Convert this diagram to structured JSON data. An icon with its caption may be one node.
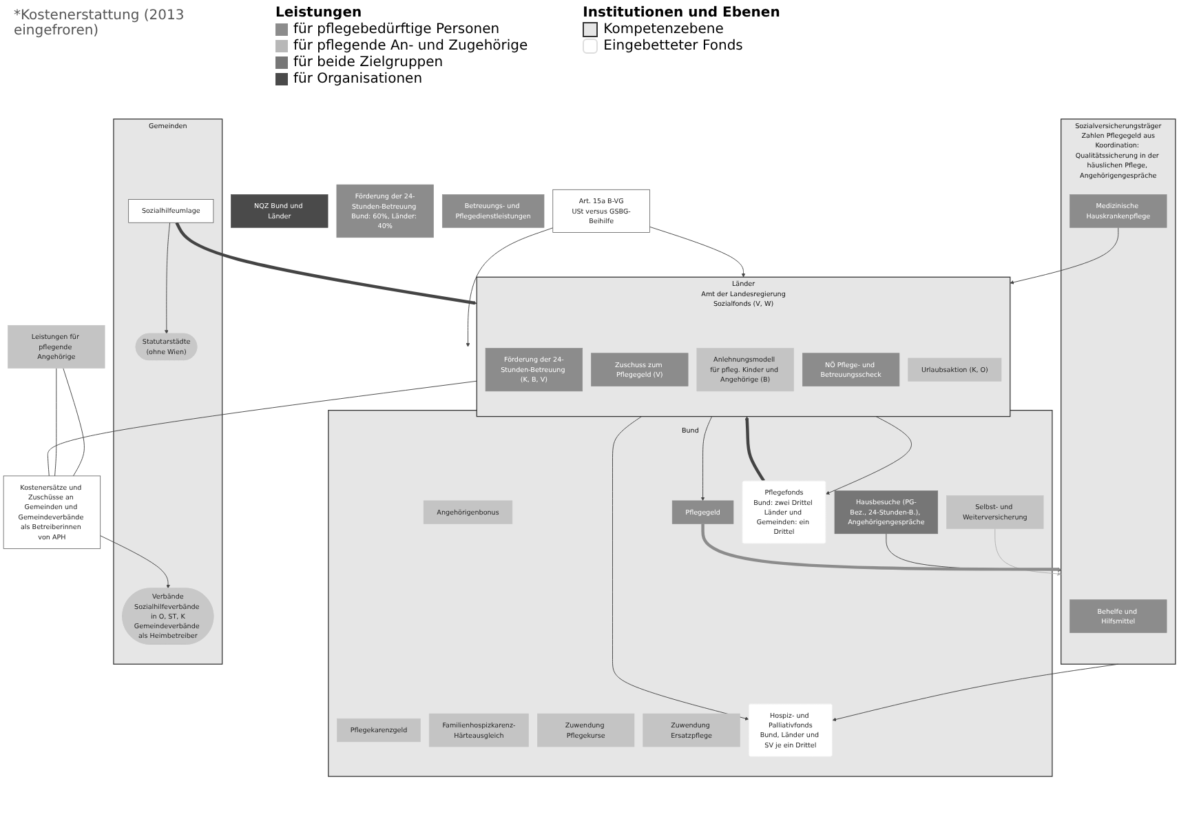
{
  "diagram": {
    "nodes": [
      {
        "text": [
          "Bund"
        ]
      },
      {
        "text": [
          "Angehörigenbonus"
        ],
        "in": 0
      },
      {
        "text": [
          "Pflegekarenzgeld"
        ],
        "in": 0
      },
      {
        "text": [
          "Familienhospizkarenz-Härteausgleich"
        ],
        "in": 0
      },
      {
        "text": [
          "Zuwendung Pflegekurse"
        ],
        "in": 0
      },
      {
        "text": [
          "Zuwendung Ersatzpflege"
        ],
        "in": 0
      },
      {
        "text": [
          "Selbst- und Weiterversicherung"
        ],
        "in": 0
      },
      {
        "text": [
          "Hausbesuche (PG-Bez., 24-Stunden-B.), Angehörigengespräche"
        ],
        "in": 0
      },
      {
        "text": [
          "Pflegefonds",
          "Bund: zwei Drittel Länder und Gemeinden: ein Drittel"
        ],
        "in": 0
      },
      {
        "text": [
          "Hospiz- und Palliativfonds",
          "Bund, Länder und SV je ein Drittel"
        ],
        "in": 0
      },
      {
        "text": [
          "Pflegegeld"
        ],
        "in": 0
      },
      {
        "text": [
          "Sozialversicherungsträger",
          "Zahlen Pflegegeld aus",
          "Koordination: Qualitätssicherung in der häuslichen Pflege, Angehörigengespräche"
        ]
      },
      {
        "text": [
          "Behelfe und Hilfsmittel"
        ],
        "in": 11
      },
      {
        "text": [
          "Medizinische Hauskrankenpflege"
        ],
        "in": 11
      },
      {
        "text": [
          "Art. 15a B-VG",
          "USt versus GSBG-Beihilfe"
        ]
      },
      {
        "text": [
          "NQZ Bund und Länder"
        ]
      },
      {
        "text": [
          "Förderung der 24-Stunden-Betreuung Bund: 60%, Länder: 40%"
        ]
      },
      {
        "text": [
          "Länder",
          "Amt der Landesregierung",
          "Sozialfonds (V, W)"
        ]
      },
      {
        "text": [
          "Förderung der 24-Stunden-Betreuung (K, B, V)"
        ],
        "in": 17
      },
      {
        "text": [
          "Zuschuss zum Pflegegeld (V)"
        ],
        "in": 17
      },
      {
        "text": [
          "Anlehnungsmodell für pfleg. Kinder und Angehörige (B)"
        ],
        "in": 17
      },
      {
        "text": [
          "NÖ Pflege- und Betreuungsscheck"
        ],
        "in": 17
      },
      {
        "text": [
          "Urlaubsaktion (K, O)"
        ],
        "in": 17
      },
      {
        "text": [
          "Betreuungs- und Pflegedienstleistungen"
        ]
      },
      {
        "text": [
          "Leistungen für pflegende Angehörige"
        ]
      },
      {
        "text": [
          "Kostenersätze und Zuschüsse an Gemeinden und Gemeindeverbände als Betreiberinnen von APH"
        ]
      },
      {
        "text": [
          "Gemeinden"
        ]
      },
      {
        "text": [
          "Sozialhilfeumlage"
        ],
        "in": 26
      },
      {
        "text": [
          "Statutarstädte",
          "(ohne Wien)"
        ],
        "in": 26
      },
      {
        "text": [
          "Verbände",
          "Sozialhilfeverbände in O, ST, K",
          "Gemeindeverbände als Heimbetreiber"
        ],
        "in": 26
      }
    ],
    "edges": [
      {
        "from": 6,
        "to": 11,
        "arrow": "to",
        "color": "#b0b0b0"
      },
      {
        "from": 7,
        "to": 11,
        "arrow": "to"
      },
      {
        "from": 11,
        "to": 9,
        "arrow": "to"
      },
      {
        "from": 10,
        "to": 11,
        "arrow": "to",
        "style": "thick",
        "color": "#8c8c8c"
      },
      {
        "from": 13,
        "to": 17,
        "arrow": "to"
      },
      {
        "from": 14,
        "to": 0,
        "arrow": "to"
      },
      {
        "from": 14,
        "to": 17,
        "arrow": "to"
      },
      {
        "from": 8,
        "to": 17,
        "arrow": "to",
        "style": "thick"
      },
      {
        "from": 17,
        "to": 8,
        "arrow": "to"
      },
      {
        "from": 17,
        "to": 9,
        "arrow": "to"
      },
      {
        "from": 17,
        "to": 10,
        "arrow": "to"
      },
      {
        "from": 27,
        "to": 17,
        "arrow": "to",
        "style": "thick"
      },
      {
        "from": 27,
        "to": 28,
        "arrow": "to"
      },
      {
        "from": 17,
        "to": 25,
        "arrow": "none"
      },
      {
        "from": 25,
        "to": 29,
        "arrow": "to"
      },
      {
        "from": 24,
        "to": 25,
        "arrow": "none"
      },
      {
        "from": 24,
        "to": 25,
        "arrow": "none"
      }
    ],
    "labels": [
      "Leistungen",
      "Institutionen und Ebenen",
      "*Kostenerstattung (2013 eingefroren)"
    ],
    "legend": [
      {
        "text": "für pflegebedürftige Personen",
        "color": "#8c8c8c"
      },
      {
        "text": "für pflegende An- und Zugehörige",
        "color": "#b8b8b8"
      },
      {
        "text": "für beide Zielgruppen",
        "color": "#767676"
      },
      {
        "text": "für Organisationen",
        "color": "#4a4a4a"
      },
      {
        "text": "Kompetenzebene"
      },
      {
        "text": "Eingebetteter Fonds"
      }
    ]
  }
}
